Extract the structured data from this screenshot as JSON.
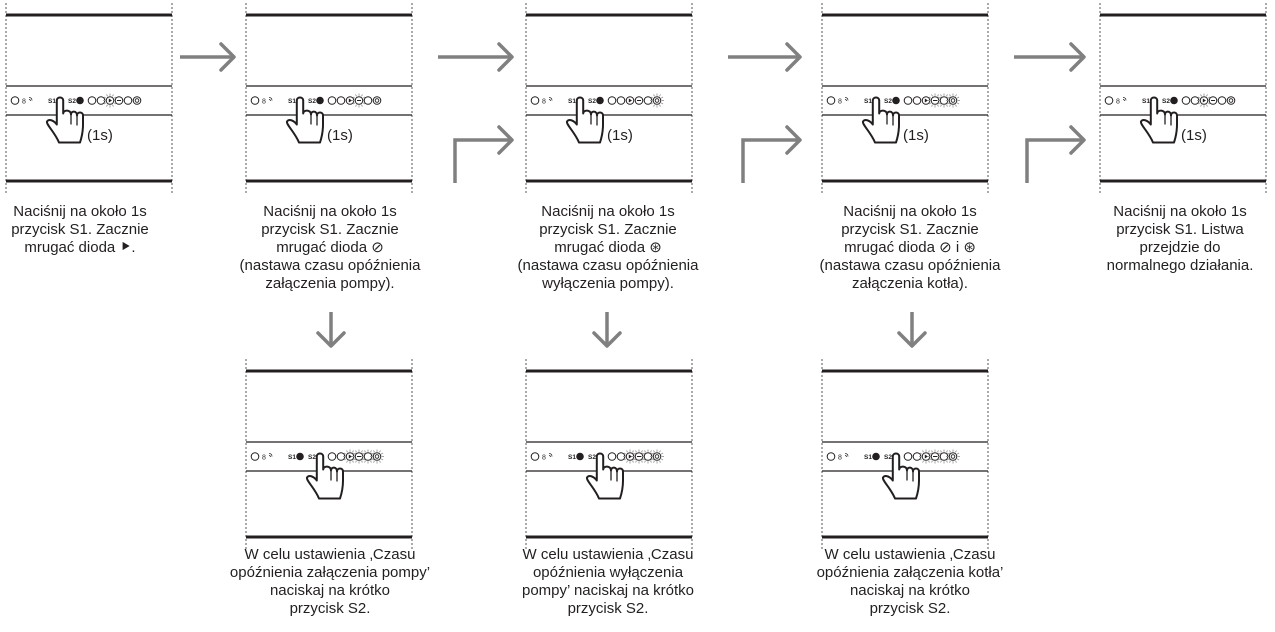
{
  "press_label": "(1s)",
  "led_labels": {
    "led1": "8",
    "s1": "S1",
    "s2": "S2"
  },
  "colors": {
    "ink": "#231f20",
    "arrow": "#808080",
    "guide": "#555555"
  },
  "top_row": [
    {
      "blink": [
        false,
        false,
        true,
        false,
        false,
        false
      ],
      "caption": [
        "Naciśnij na około 1s",
        "przycisk S1. Zacznie",
        "mrugać dioda ⯈."
      ]
    },
    {
      "blink": [
        false,
        false,
        false,
        true,
        false,
        false
      ],
      "caption": [
        "Naciśnij na około 1s",
        "przycisk S1. Zacznie",
        "mrugać dioda ⊘",
        "(nastawa czasu opóźnienia",
        "załączenia pompy)."
      ]
    },
    {
      "blink": [
        false,
        false,
        false,
        false,
        false,
        true
      ],
      "caption": [
        "Naciśnij na około 1s",
        "przycisk S1. Zacznie",
        "mrugać dioda ⊛",
        "(nastawa czasu opóźnienia",
        "wyłączenia pompy)."
      ]
    },
    {
      "blink": [
        false,
        false,
        false,
        true,
        true,
        true
      ],
      "caption": [
        "Naciśnij na około 1s",
        "przycisk S1. Zacznie",
        "mrugać dioda ⊘ i ⊛",
        "(nastawa czasu opóźnienia",
        "załączenia kotła)."
      ]
    },
    {
      "blink": [
        false,
        false,
        true,
        false,
        false,
        false
      ],
      "caption": [
        "Naciśnij na około 1s",
        "przycisk S1. Listwa",
        "przejdzie do",
        "normalnego działania."
      ]
    }
  ],
  "bottom_row": [
    {
      "blink": [
        false,
        false,
        true,
        true,
        true,
        true
      ],
      "caption": [
        "W celu ustawienia ‚Czasu",
        "opóźnienia załączenia pompy’",
        "naciskaj na krótko",
        "przycisk S2."
      ]
    },
    {
      "blink": [
        false,
        false,
        true,
        true,
        true,
        true
      ],
      "caption": [
        "W celu ustawienia ‚Czasu",
        "opóźnienia wyłączenia",
        "pompy’ naciskaj na krótko",
        "przycisk S2."
      ]
    },
    {
      "blink": [
        false,
        false,
        true,
        true,
        true,
        true
      ],
      "caption": [
        "W celu ustawienia ‚Czasu",
        "opóźnienia załączenia kotła’",
        "naciskaj na krótko",
        "przycisk S2."
      ]
    }
  ]
}
